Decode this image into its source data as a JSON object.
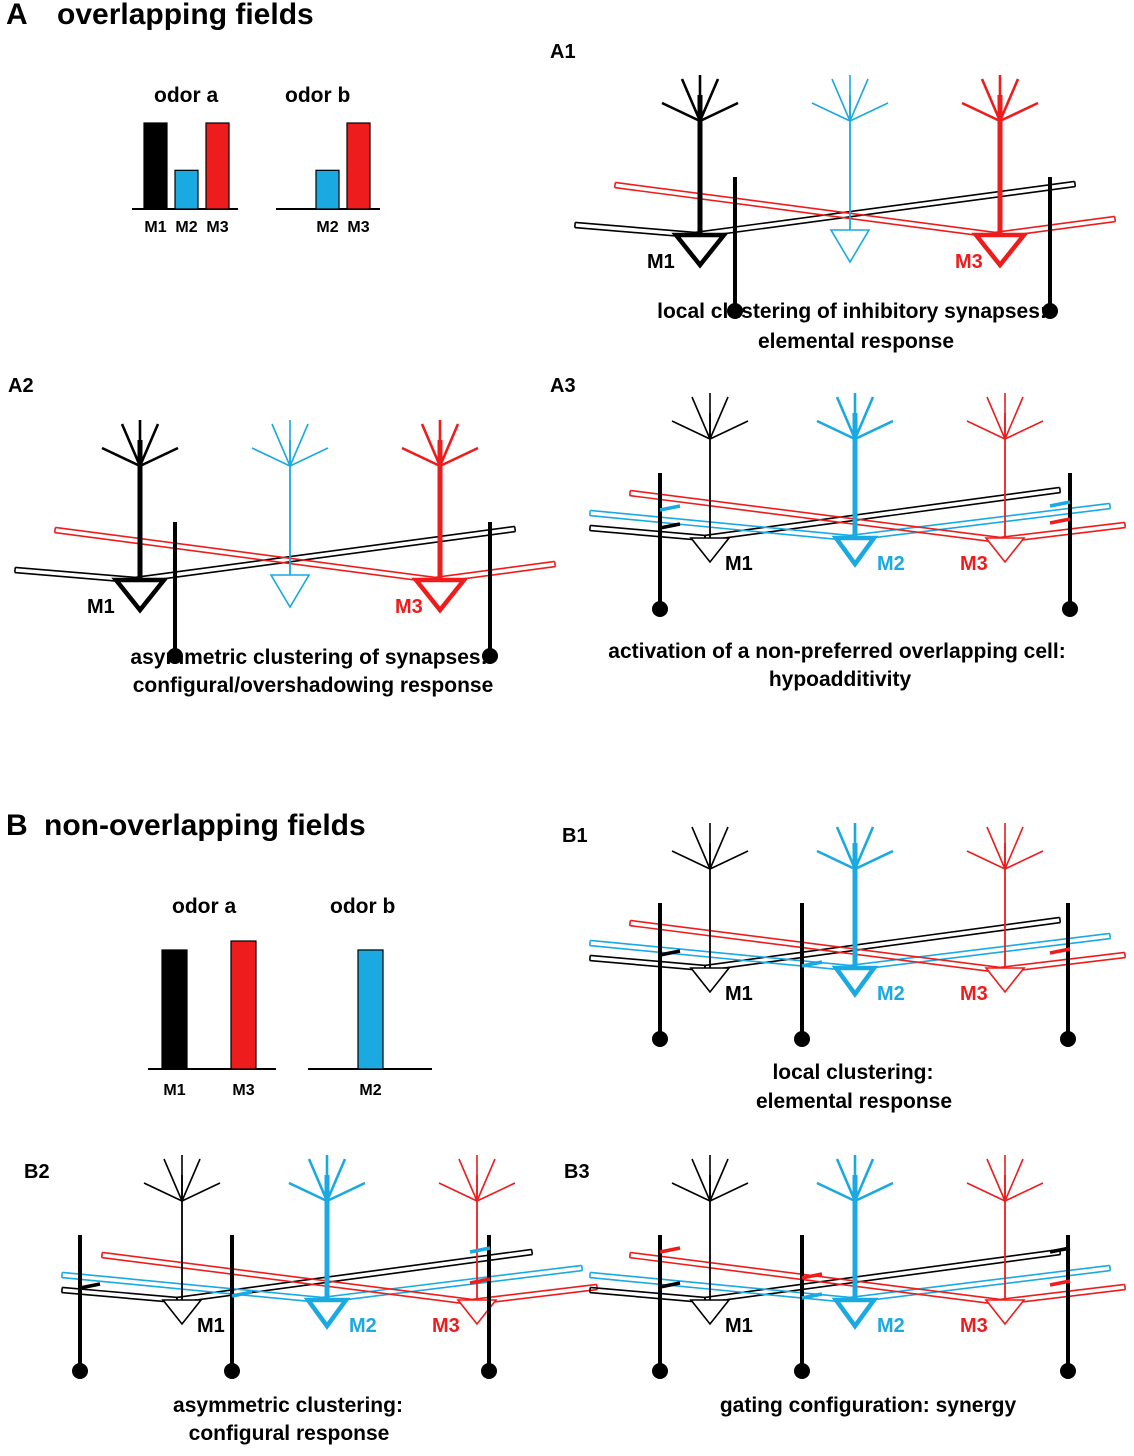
{
  "colors": {
    "m1": "#000000",
    "m2": "#1aa9e1",
    "m3": "#ee1c1c"
  },
  "section_a": {
    "letter": "A",
    "title": "overlapping fields"
  },
  "section_b": {
    "letter": "B",
    "title": "non-overlapping fields"
  },
  "chart_a": {
    "odor_a": {
      "label": "odor a",
      "cells": [
        "M1",
        "M2",
        "M3"
      ],
      "values": [
        1.0,
        0.45,
        1.0
      ]
    },
    "odor_b": {
      "label": "odor b",
      "cells": [
        "M2",
        "M3"
      ],
      "values": [
        0.45,
        1.0
      ]
    }
  },
  "chart_b": {
    "odor_a": {
      "label": "odor a",
      "cells": [
        "M1",
        "M3"
      ],
      "values": [
        0.93,
        1.0
      ]
    },
    "odor_b": {
      "label": "odor b",
      "cells": [
        "M2"
      ],
      "values": [
        0.93
      ]
    }
  },
  "panels": {
    "A1": {
      "label": "A1",
      "caption": [
        "local clustering of inhibitory synapses:",
        "elemental response"
      ],
      "cells": [
        "M1",
        "M3"
      ]
    },
    "A2": {
      "label": "A2",
      "caption": [
        "asymmetric clustering of synapses:",
        "configural/overshadowing response"
      ],
      "cells": [
        "M1",
        "M3"
      ]
    },
    "A3": {
      "label": "A3",
      "caption": [
        "activation of a non-preferred overlapping cell:",
        "hypoadditivity"
      ],
      "cells": [
        "M1",
        "M2",
        "M3"
      ]
    },
    "B1": {
      "label": "B1",
      "caption": [
        "local clustering:",
        "elemental response"
      ],
      "cells": [
        "M1",
        "M2",
        "M3"
      ]
    },
    "B2": {
      "label": "B2",
      "caption": [
        "asymmetric clustering:",
        "configural response"
      ],
      "cells": [
        "M1",
        "M2",
        "M3"
      ]
    },
    "B3": {
      "label": "B3",
      "caption": [
        "gating configuration: synergy"
      ],
      "cells": [
        "M1",
        "M2",
        "M3"
      ]
    }
  }
}
